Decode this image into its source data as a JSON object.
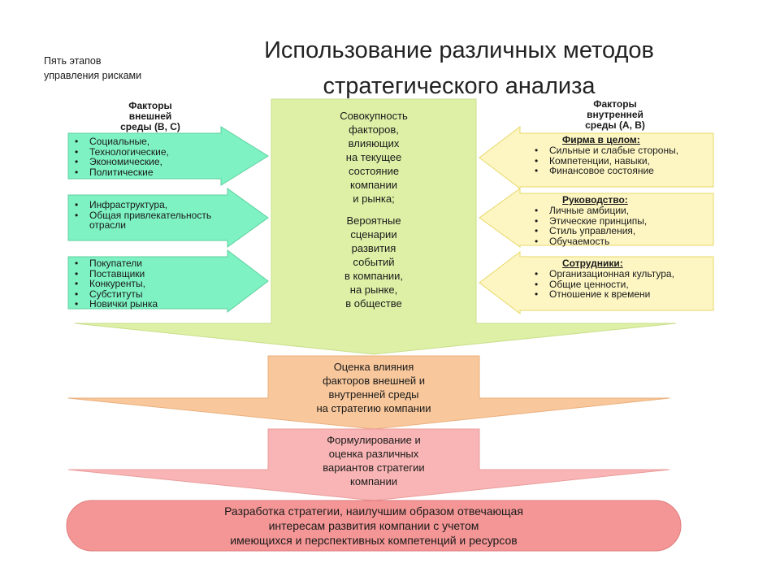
{
  "note": {
    "line1": "Пять этапов",
    "line2": "управления рисками"
  },
  "title": {
    "line1": "Использование различных методов",
    "line2": "стратегического анализа"
  },
  "external": {
    "header": {
      "line1": "Факторы",
      "line2": "внешней",
      "line3": "среды (В, С)"
    },
    "box1": [
      "Социальные,",
      "Технологические,",
      "Экономические,",
      "Политические"
    ],
    "box2": [
      "Инфраструктура,",
      "Общая привлекательность отрасли"
    ],
    "box3": [
      "Покупатели",
      "Поставщики",
      "Конкуренты,",
      "Субституты",
      "Новички рынка"
    ]
  },
  "internal": {
    "header": {
      "line1": "Факторы",
      "line2": "внутренней",
      "line3": "среды (А, В)"
    },
    "box1": {
      "head": "Фирма в целом:",
      "items": [
        "Сильные и слабые стороны,",
        "Компетенции, навыки,",
        "Финансовое состояние"
      ]
    },
    "box2": {
      "head": "Руководство:",
      "items": [
        "Личные амбиции,",
        "Этические принципы,",
        "Стиль управления,",
        "Обучаемость"
      ]
    },
    "box3": {
      "head": "Сотрудники:",
      "items": [
        "Организационная культура,",
        "Общие ценности,",
        "Отношение к времени"
      ]
    }
  },
  "center": {
    "lines_a": [
      "Совокупность",
      "факторов,",
      "влияющих",
      "на текущее",
      "состояние",
      "компании",
      "и рынка;"
    ],
    "lines_b": [
      "Вероятные",
      "сценарии",
      "развития",
      "событий",
      "в компании,",
      "на рынке,",
      "в обществе"
    ]
  },
  "stage2": [
    "Оценка влияния",
    "факторов внешней и",
    "внутренней среды",
    "на стратегию компании"
  ],
  "stage3": [
    "Формулирование и",
    "оценка различных",
    "вариантов стратегии",
    "компании"
  ],
  "stage4": [
    "Разработка стратегии, наилучшим образом отвечающая",
    "интересам развития компании с учетом",
    "имеющихся и перспективных компетенций и ресурсов"
  ],
  "colors": {
    "green": "#7ef2c3",
    "green_border": "#5fcf9f",
    "yellow": "#fdf6c3",
    "yellow_border": "#e6d86a",
    "center": "#ddf0a6",
    "orange": "#f8c79b",
    "pink": "#f9b5b5",
    "red": "#f49696"
  }
}
